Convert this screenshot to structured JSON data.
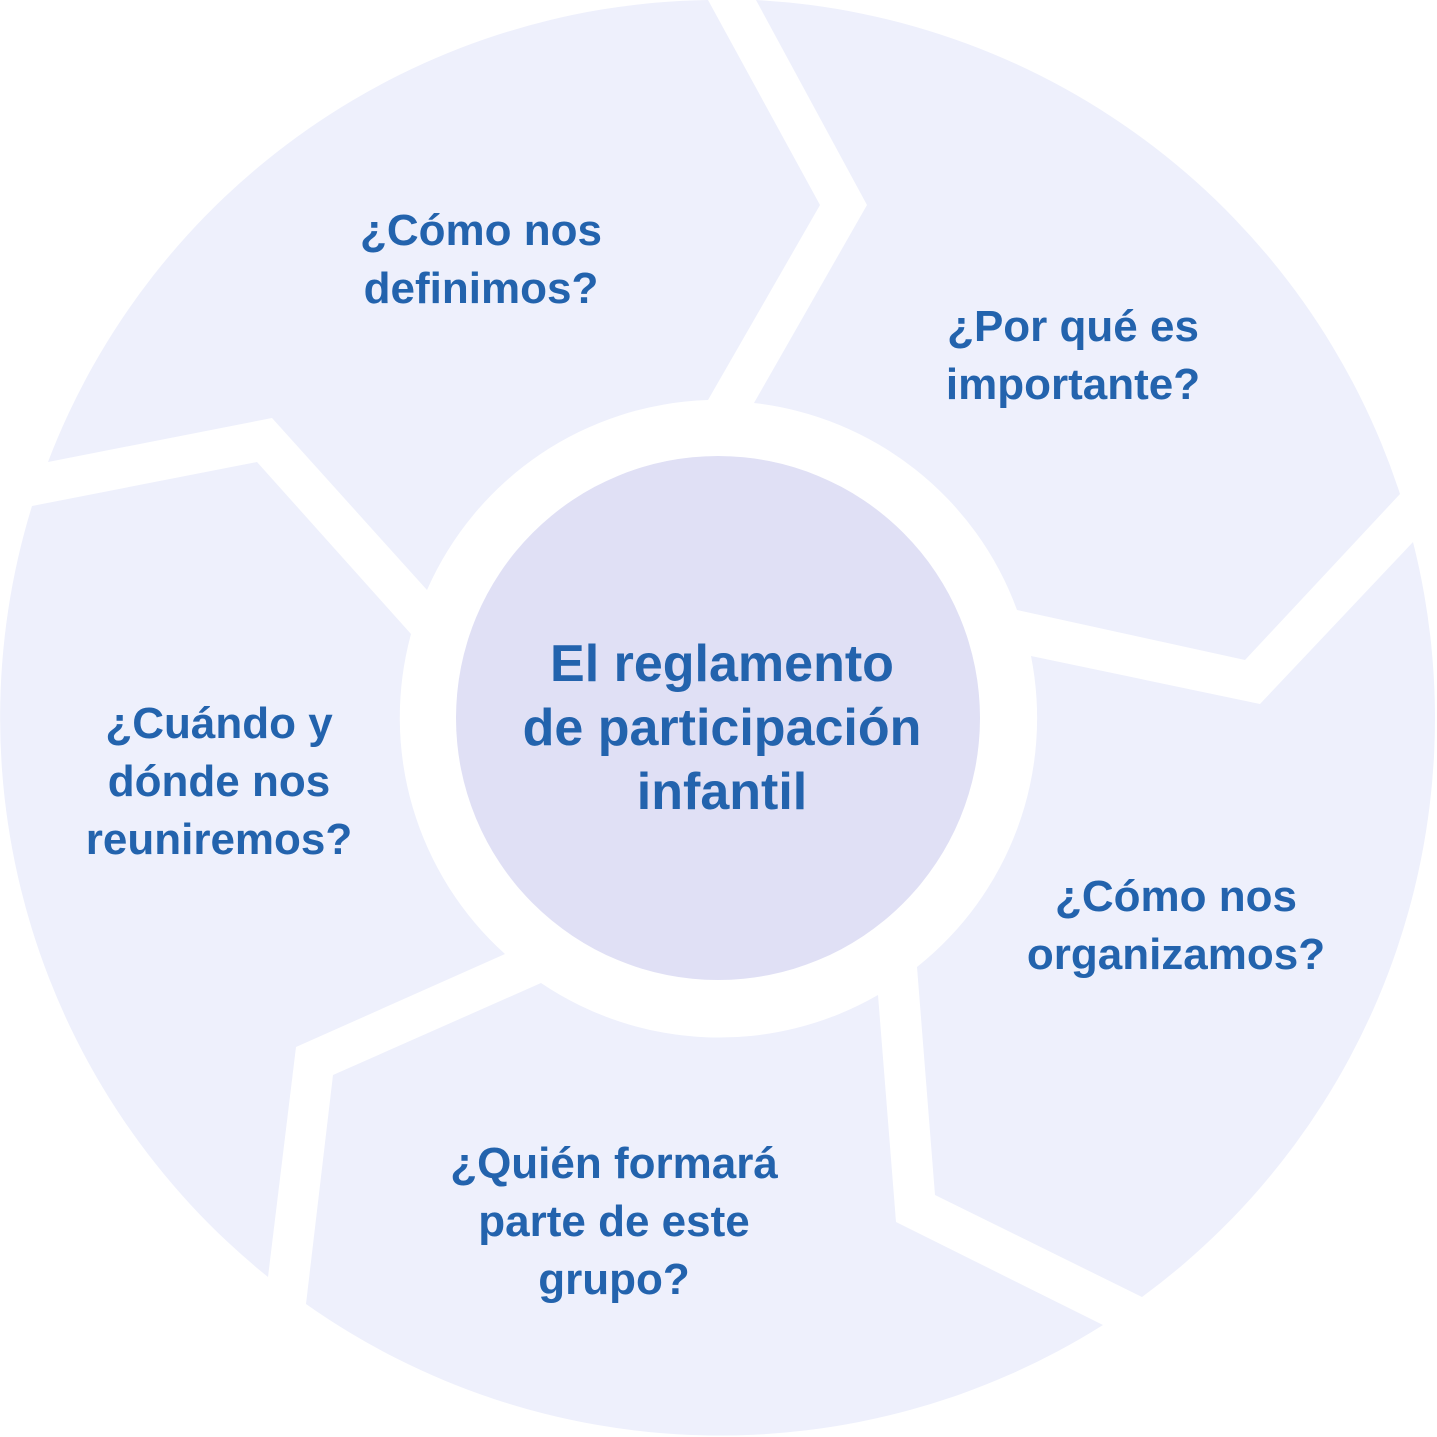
{
  "colors": {
    "segment": "#eef0fc",
    "center": "#e0e0f5",
    "text": "#2363ad"
  },
  "center": {
    "lines": [
      "El reglamento",
      "de participación",
      "infantil"
    ]
  },
  "segments": [
    {
      "lines": [
        "¿Cómo nos",
        "definimos?"
      ]
    },
    {
      "lines": [
        "¿Por qué es",
        "importante?"
      ]
    },
    {
      "lines": [
        "¿Cómo nos",
        "organizamos?"
      ]
    },
    {
      "lines": [
        "¿Quién formará",
        "parte de este",
        "grupo?"
      ]
    },
    {
      "lines": [
        "¿Cuándo y",
        "dónde nos",
        "reuniremos?"
      ]
    }
  ]
}
